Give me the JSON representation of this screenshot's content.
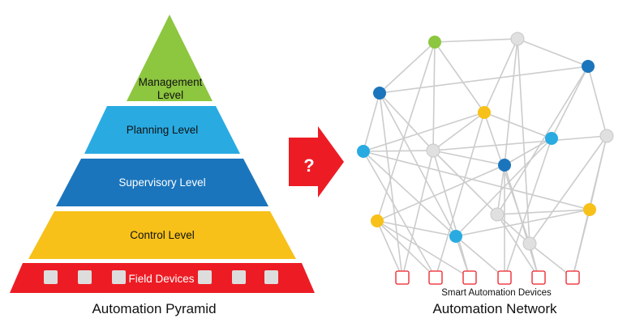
{
  "pyramid": {
    "caption": "Automation Pyramid",
    "levels": [
      {
        "label_lines": [
          "Management",
          "Level"
        ],
        "color": "#8DC63F",
        "text_color": "#111111"
      },
      {
        "label_lines": [
          "Planning Level"
        ],
        "color": "#29ABE2",
        "text_color": "#111111"
      },
      {
        "label_lines": [
          "Supervisory Level"
        ],
        "color": "#1B75BC",
        "text_color": "#ffffff"
      },
      {
        "label_lines": [
          "Control Level"
        ],
        "color": "#F7C11A",
        "text_color": "#111111"
      },
      {
        "label_lines": [
          "Field Devices"
        ],
        "color": "#ED1C24",
        "text_color": "#ffffff"
      }
    ],
    "field_device_box_color": "#DDDDDD"
  },
  "arrow": {
    "symbol": "?",
    "color": "#ED1C24",
    "icon": "red-question-arrow-icon"
  },
  "network": {
    "caption": "Automation Network",
    "devices_label": "Smart Automation Devices",
    "device_box_color": "#ED1C24",
    "edge_color": "#CCCCCC",
    "node_colors": {
      "green": "#8DC63F",
      "gray": "#E0E0E0",
      "dark-blue": "#1B75BC",
      "light-blue": "#29ABE2",
      "yellow": "#F7C11A"
    },
    "node_color_sequence": [
      "green",
      "gray",
      "dark-blue",
      "dark-blue",
      "yellow",
      "light-blue",
      "gray",
      "light-blue",
      "gray",
      "dark-blue",
      "yellow",
      "gray",
      "yellow",
      "light-blue",
      "gray"
    ]
  }
}
